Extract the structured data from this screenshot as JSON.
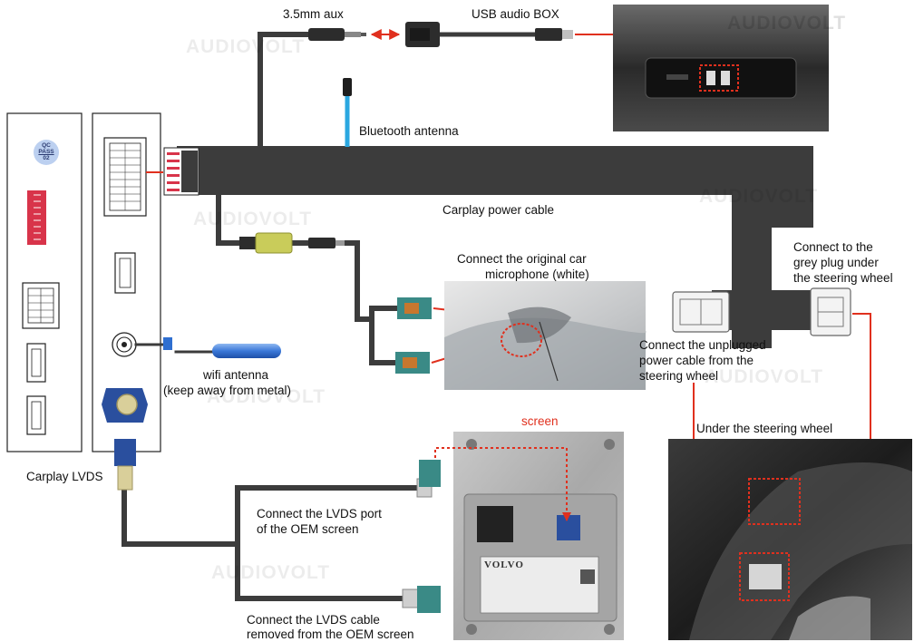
{
  "labels": {
    "aux": "3.5mm aux",
    "usb_box": "USB  audio BOX",
    "bluetooth": "Bluetooth antenna",
    "power_cable": "Carplay power cable",
    "mic_line1": "Connect the original car",
    "mic_line2": "microphone (white)",
    "grey_plug_line1": "Connect to the",
    "grey_plug_line2": "grey plug under",
    "grey_plug_line3": "the steering wheel",
    "unplugged_line1": "Connect the unplugged",
    "unplugged_line2": "power cable from the",
    "unplugged_line3": "steering wheel",
    "under_wheel": "Under the steering wheel",
    "wifi_line1": "wifi antenna",
    "wifi_line2": "(keep away from metal)",
    "screen": "screen",
    "carplay_lvds": "Carplay LVDS",
    "lvds_port_line1": "Connect the LVDS port",
    "lvds_port_line2": "of the OEM screen",
    "lvds_cable_line1": "Connect the LVDS cable",
    "lvds_cable_line2": "removed from the OEM screen"
  },
  "badge": {
    "top": "QC",
    "middle": "PASS",
    "bottom": "02"
  },
  "watermark": "AUDIOVOLT",
  "screen_plate": {
    "brand": "VOLVO"
  },
  "colors": {
    "cable": "#3c3c3c",
    "arrow": "#e0301e",
    "bluetooth_cable": "#2aa7e0",
    "fakra_green": "#3a8a86",
    "fakra_blue": "#2a4f9e",
    "wifi_blue": "#2f6fd0",
    "dip_switch": "#d8344a"
  }
}
